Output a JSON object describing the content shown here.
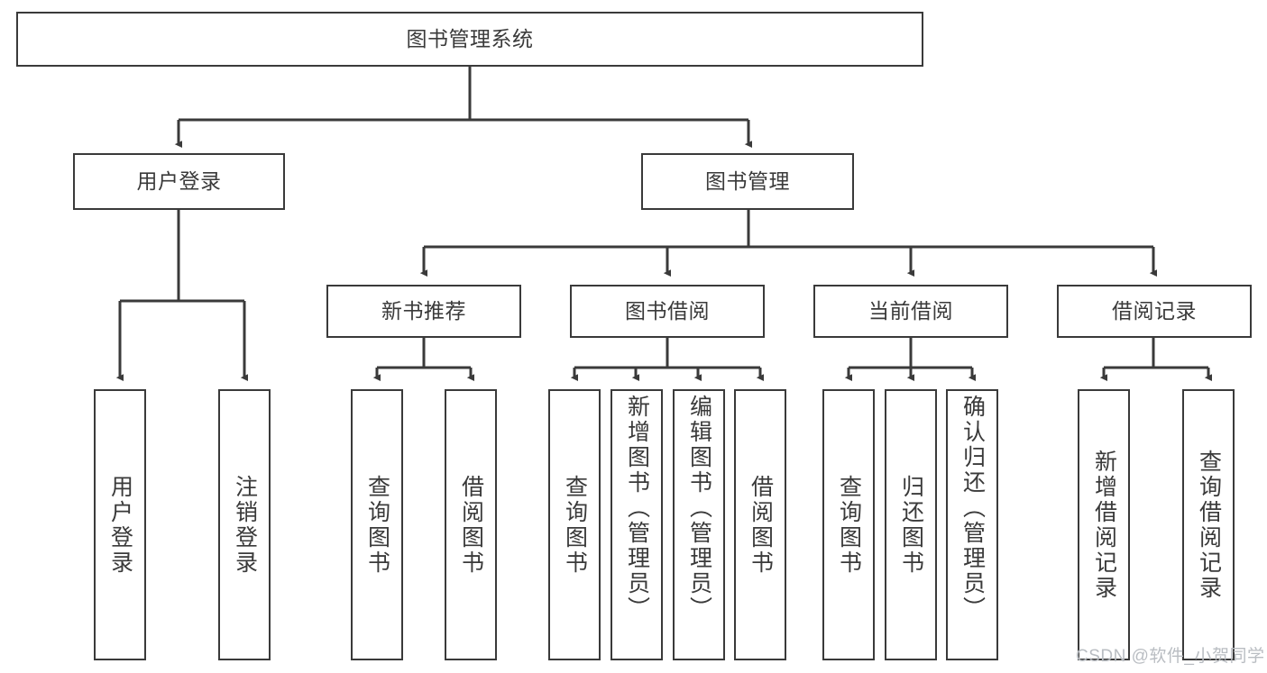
{
  "diagram": {
    "title": "图书管理系统",
    "type": "hierarchy-tree",
    "root": {
      "id": "root",
      "label": "图书管理系统"
    },
    "level2": [
      {
        "id": "user-login",
        "label": "用户登录"
      },
      {
        "id": "book-management",
        "label": "图书管理"
      }
    ],
    "level3": [
      {
        "id": "new-book-recommend",
        "label": "新书推荐",
        "parent": "book-management"
      },
      {
        "id": "book-borrow",
        "label": "图书借阅",
        "parent": "book-management"
      },
      {
        "id": "current-borrow",
        "label": "当前借阅",
        "parent": "book-management"
      },
      {
        "id": "borrow-record",
        "label": "借阅记录",
        "parent": "book-management"
      }
    ],
    "leaves": {
      "user-login": [
        {
          "id": "leaf-user-login",
          "label": "用户登录"
        },
        {
          "id": "leaf-logout-login",
          "label": "注销登录"
        }
      ],
      "new-book-recommend": [
        {
          "id": "leaf-query-book-1",
          "label": "查询图书"
        },
        {
          "id": "leaf-borrow-book-1",
          "label": "借阅图书"
        }
      ],
      "book-borrow": [
        {
          "id": "leaf-query-book-2",
          "label": "查询图书"
        },
        {
          "id": "leaf-add-book",
          "label": "新增图书（管理员）"
        },
        {
          "id": "leaf-edit-book",
          "label": "编辑图书（管理员）"
        },
        {
          "id": "leaf-borrow-book-2",
          "label": "借阅图书"
        }
      ],
      "current-borrow": [
        {
          "id": "leaf-query-book-3",
          "label": "查询图书"
        },
        {
          "id": "leaf-return-book",
          "label": "归还图书"
        },
        {
          "id": "leaf-confirm-return",
          "label": "确认归还（管理员）"
        }
      ],
      "borrow-record": [
        {
          "id": "leaf-add-record",
          "label": "新增借阅记录"
        },
        {
          "id": "leaf-query-record",
          "label": "查询借阅记录"
        }
      ]
    },
    "watermark": "CSDN @软件_小贺同学",
    "colors": {
      "stroke": "#3a3a3a",
      "background": "#ffffff",
      "text": "#3a3a3a",
      "watermark": "#b9bdc2"
    }
  }
}
